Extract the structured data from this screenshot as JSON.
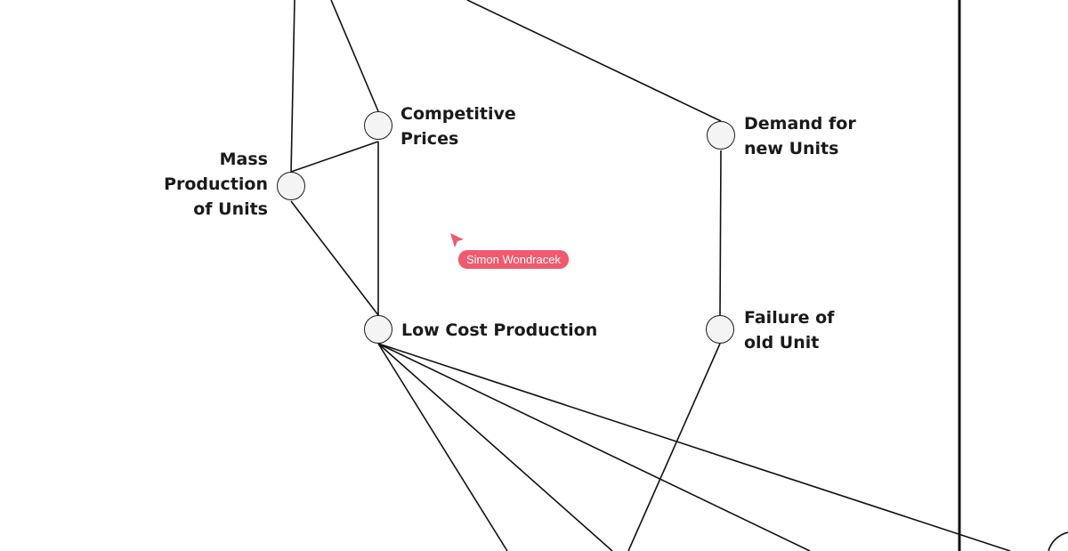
{
  "nodes": {
    "competitive_prices": "Competitive\nPrices",
    "mass_production": "Mass\nProduction\nof Units",
    "low_cost_production": "Low Cost Production",
    "demand_new_units": "Demand for\nnew Units",
    "failure_old_unit": "Failure of\nold Unit"
  },
  "collaborator_cursor": {
    "name": "Simon Wondracek",
    "color": "#f05a6e"
  }
}
